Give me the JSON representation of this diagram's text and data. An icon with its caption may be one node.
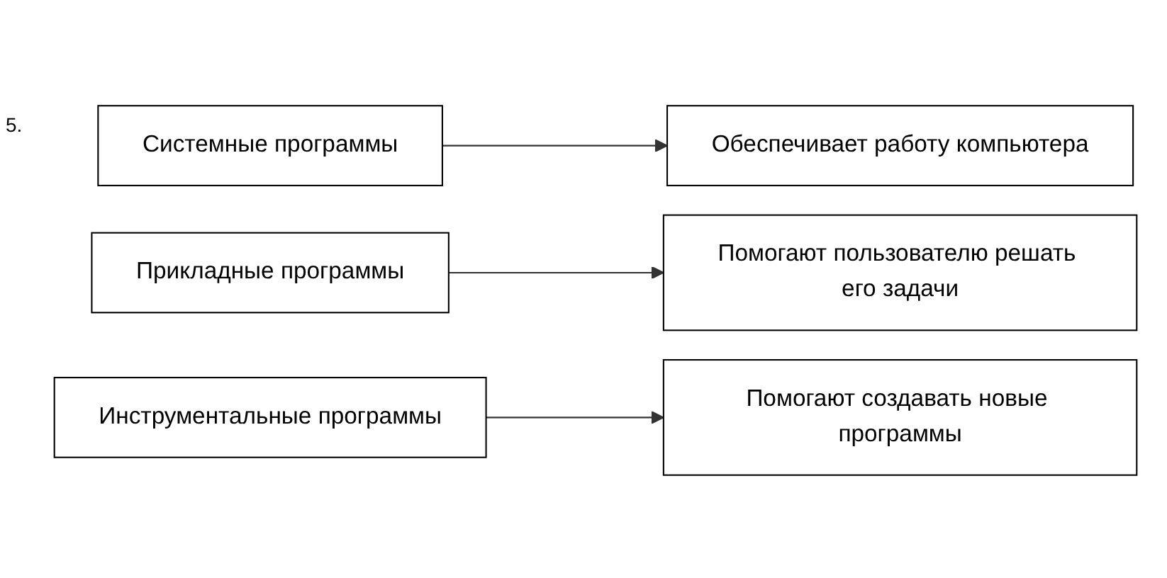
{
  "diagram": {
    "nodes": [
      {
        "text": [
          "Системные программы"
        ]
      },
      {
        "text": [
          "Прикладные программы"
        ]
      },
      {
        "text": [
          "Инструментальные программы"
        ]
      },
      {
        "text": [
          "Обеспечивает работу компьютера"
        ]
      },
      {
        "text": [
          "Помогают создавать новые программы"
        ]
      },
      {
        "text": [
          "Помогают пользователю решать его задачи"
        ]
      }
    ],
    "edges": [
      {
        "from": 0,
        "to": 3,
        "arrow": "to"
      },
      {
        "from": 2,
        "to": 4,
        "arrow": "to"
      },
      {
        "from": 1,
        "to": 5,
        "arrow": "to"
      }
    ],
    "labels": [
      "5."
    ]
  }
}
